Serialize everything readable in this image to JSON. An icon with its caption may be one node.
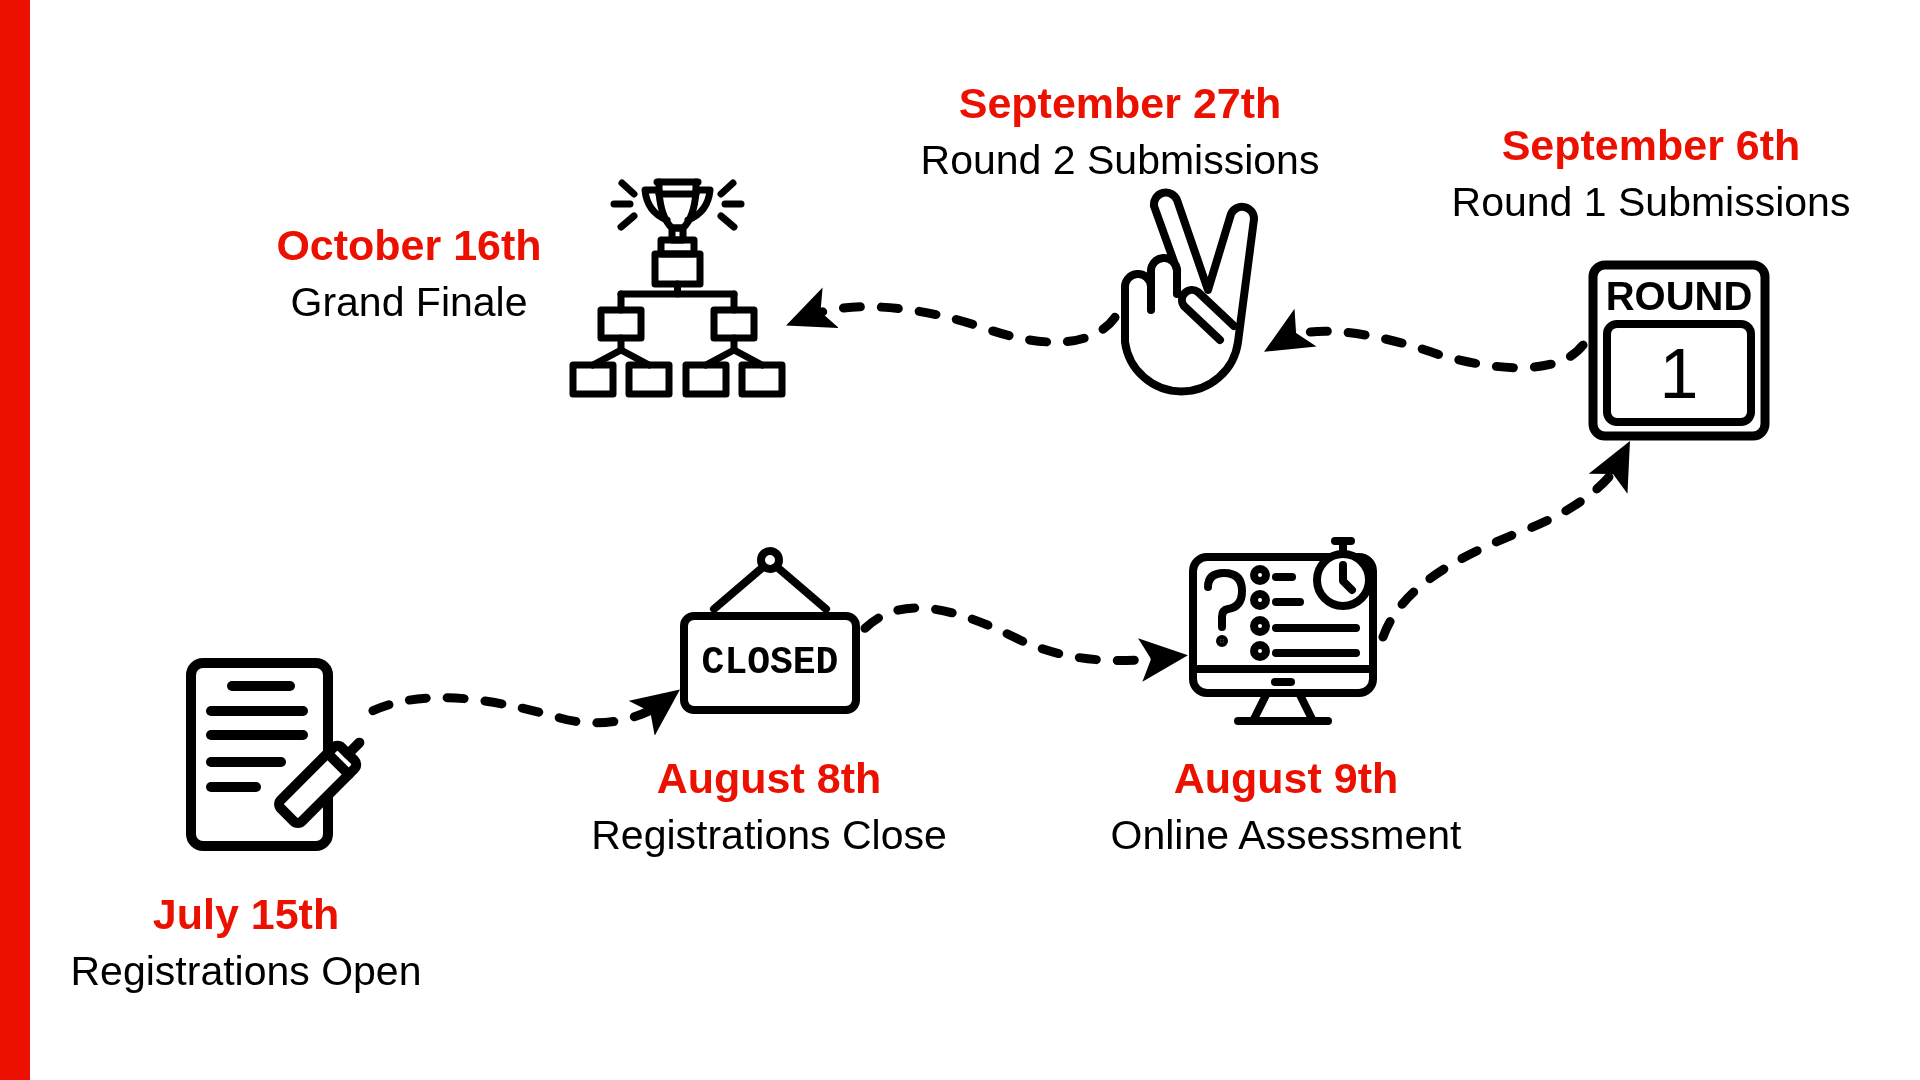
{
  "diagram": {
    "nodes": [
      {
        "text": [],
        "shape": "picture",
        "beside": [
          "July 15th",
          "Registrations Open"
        ]
      },
      {
        "text": [
          "CLOSED"
        ],
        "beside": [
          "August 8th",
          "Registrations Close"
        ]
      },
      {
        "text": [],
        "shape": "picture",
        "beside": [
          "August 9th",
          "Online Assessment"
        ]
      },
      {
        "text": [
          "ROUND",
          "1"
        ],
        "beside": [
          "September 6th",
          "Round 1 Submissions"
        ]
      },
      {
        "text": [],
        "shape": "picture",
        "beside": [
          "September 27th",
          "Round 2 Submissions"
        ]
      },
      {
        "text": [],
        "shape": "picture",
        "beside": [
          "October 16th",
          "Grand Finale"
        ]
      }
    ],
    "edges": [
      {
        "from": 0,
        "to": 1,
        "arrow": "to",
        "style": "dashed"
      },
      {
        "from": 1,
        "to": 2,
        "arrow": "to",
        "style": "dashed"
      },
      {
        "from": 2,
        "to": 3,
        "arrow": "to",
        "style": "dashed"
      },
      {
        "from": 3,
        "to": 4,
        "arrow": "to",
        "style": "dashed"
      },
      {
        "from": 4,
        "to": 5,
        "arrow": "to",
        "style": "dashed"
      }
    ]
  }
}
